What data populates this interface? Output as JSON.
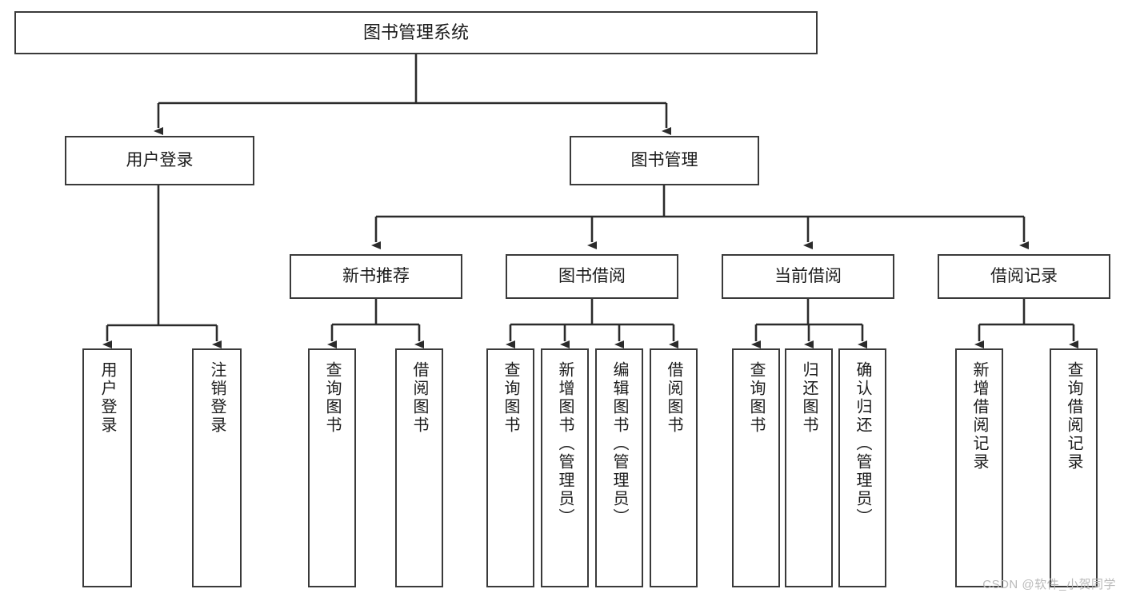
{
  "diagram": {
    "title": "图书管理系统",
    "type": "tree",
    "watermark": "CSDN @软件_小贺同学",
    "colors": {
      "box_border": "#3a3a3a",
      "box_fill": "#ffffff",
      "text": "#1b1b1b",
      "edge": "#2b2b2b",
      "watermark": "#b9b9b9"
    },
    "nodes": {
      "root": {
        "label": "图书管理系统"
      },
      "level1": [
        {
          "label": "用户登录"
        },
        {
          "label": "图书管理"
        }
      ],
      "level2": [
        {
          "label": "新书推荐"
        },
        {
          "label": "图书借阅"
        },
        {
          "label": "当前借阅"
        },
        {
          "label": "借阅记录"
        }
      ],
      "leaves_user_login": [
        {
          "label": "用户登录"
        },
        {
          "label": "注销登录"
        }
      ],
      "leaves_new_books": [
        {
          "label": "查询图书"
        },
        {
          "label": "借阅图书"
        }
      ],
      "leaves_book_borrow": [
        {
          "label": "查询图书"
        },
        {
          "label": "新增图书（管理员）"
        },
        {
          "label": "编辑图书（管理员）"
        },
        {
          "label": "借阅图书"
        }
      ],
      "leaves_current_borrow": [
        {
          "label": "查询图书"
        },
        {
          "label": "归还图书"
        },
        {
          "label": "确认归还（管理员）"
        }
      ],
      "leaves_borrow_records": [
        {
          "label": "新增借阅记录"
        },
        {
          "label": "查询借阅记录"
        }
      ]
    }
  }
}
